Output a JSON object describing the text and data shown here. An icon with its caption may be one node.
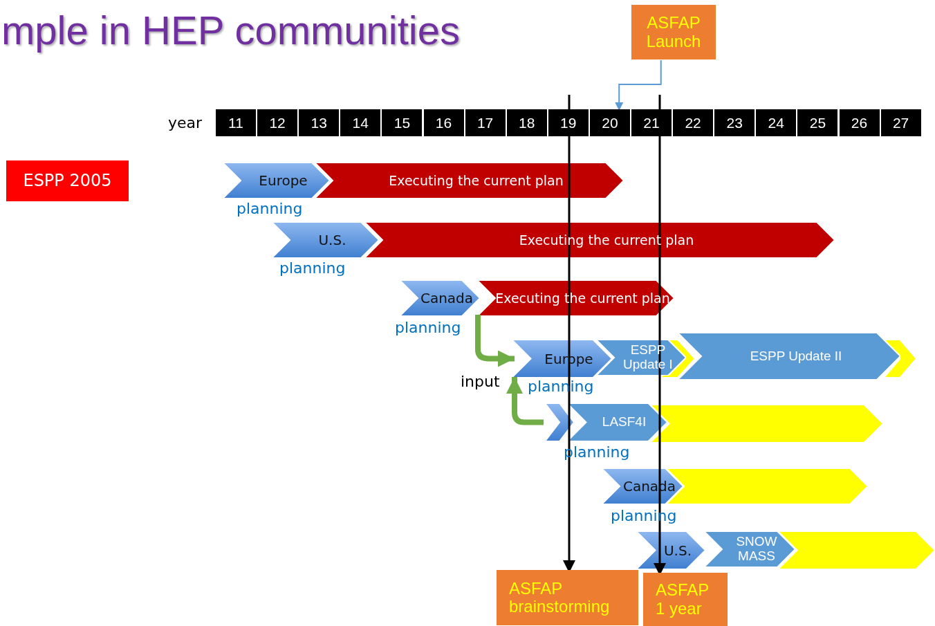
{
  "diagram": {
    "title": "mple in HEP communities",
    "nodes": [
      {
        "text": [
          "ESPP 2005"
        ]
      },
      {
        "text": [
          "ASFAP Launch"
        ]
      },
      {
        "text": [
          "11"
        ]
      },
      {
        "text": [
          "12"
        ]
      },
      {
        "text": [
          "13"
        ]
      },
      {
        "text": [
          "14"
        ]
      },
      {
        "text": [
          "15"
        ]
      },
      {
        "text": [
          "16"
        ]
      },
      {
        "text": [
          "17"
        ]
      },
      {
        "text": [
          "18"
        ]
      },
      {
        "text": [
          "19"
        ]
      },
      {
        "text": [
          "20"
        ]
      },
      {
        "text": [
          "21"
        ]
      },
      {
        "text": [
          "22"
        ]
      },
      {
        "text": [
          "23"
        ]
      },
      {
        "text": [
          "24"
        ]
      },
      {
        "text": [
          "25"
        ]
      },
      {
        "text": [
          "26"
        ]
      },
      {
        "text": [
          "27"
        ]
      },
      {
        "text": [
          "Europe"
        ],
        "beside": [
          "planning"
        ]
      },
      {
        "text": [
          "Executing the current plan"
        ]
      },
      {
        "text": [
          "U.S."
        ],
        "beside": [
          "planning"
        ]
      },
      {
        "text": [
          "Executing the current plan"
        ]
      },
      {
        "text": [
          "Canada"
        ],
        "beside": [
          "planning"
        ]
      },
      {
        "text": [
          "Executing the current plan"
        ]
      },
      {
        "text": [
          "Europe"
        ],
        "beside": [
          "planning"
        ]
      },
      {
        "text": [
          "ESPP Update I"
        ]
      },
      {
        "text": [],
        "shape": "chevron"
      },
      {
        "text": [
          "ESPP Update II"
        ]
      },
      {
        "text": [],
        "shape": "chevron"
      },
      {
        "text": [],
        "shape": "chevron"
      },
      {
        "text": [
          "LASF4I"
        ],
        "beside": [
          "planning"
        ]
      },
      {
        "text": [],
        "shape": "chevron"
      },
      {
        "text": [
          "Canada"
        ],
        "beside": [
          "planning"
        ]
      },
      {
        "text": [],
        "shape": "chevron"
      },
      {
        "text": [
          "U.S."
        ]
      },
      {
        "text": [
          "SNOW MASS"
        ]
      },
      {
        "text": [],
        "shape": "chevron"
      },
      {
        "text": [
          "ASFAP brainstorming"
        ]
      },
      {
        "text": [
          "ASFAP 1 year"
        ]
      }
    ],
    "edges": [
      {
        "from": 1,
        "to": 11,
        "arrow": "to",
        "color": "#5b9bd5"
      },
      {
        "from": null,
        "to": 38,
        "arrow": "to"
      },
      {
        "from": null,
        "to": 39,
        "arrow": "to"
      },
      {
        "from": 23,
        "to": 25,
        "arrow": "to",
        "style": "thick",
        "color": "#70ad47"
      },
      {
        "from": 30,
        "to": 25,
        "arrow": "to",
        "style": "thick",
        "color": "#70ad47"
      }
    ],
    "labels": [
      "year",
      "input"
    ]
  }
}
